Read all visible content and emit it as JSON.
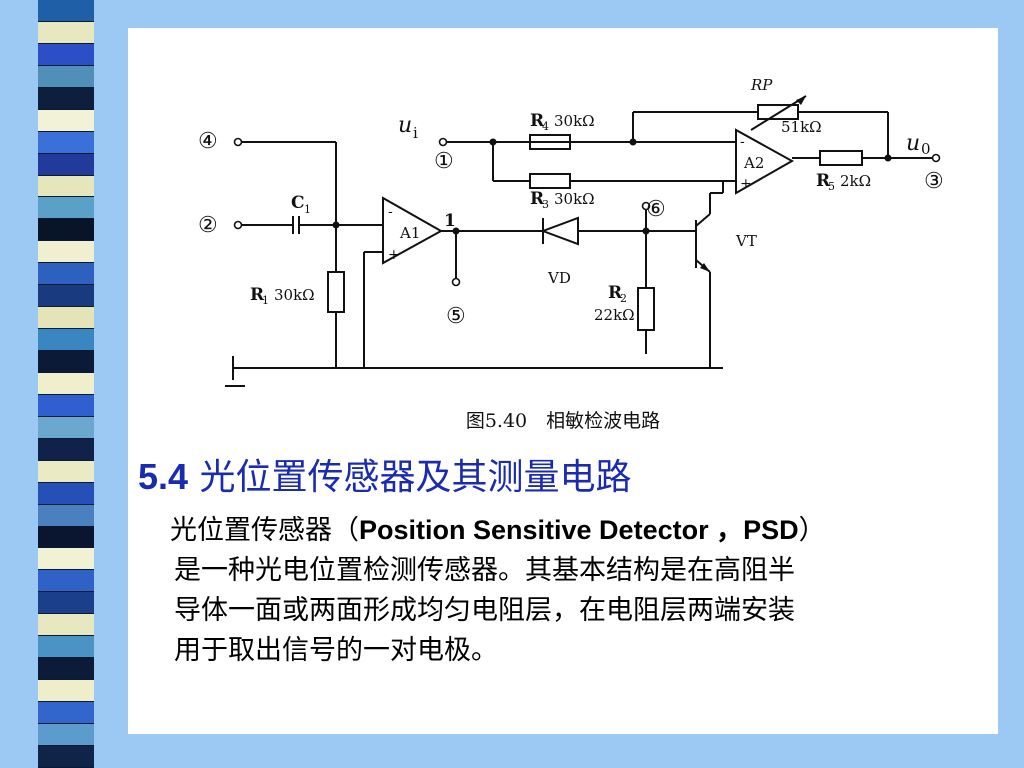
{
  "decor": {
    "stripe_colors": [
      "#1f5fa8",
      "#e8e8c0",
      "#2c4fc8",
      "#4f8fb8",
      "#0d1f3c",
      "#f2f2d8",
      "#3a70d8",
      "#223a9a",
      "#e6e6bc",
      "#5aa0c8",
      "#081428",
      "#f0f0d0",
      "#2e60c0",
      "#1a3a80",
      "#e4e4b8",
      "#3a86c0",
      "#0b1a36",
      "#efefcc",
      "#3060d0",
      "#6aa8d0",
      "#10224a",
      "#eaeac4",
      "#2450b8",
      "#4a7fc0",
      "#0a1630",
      "#f1f1d4",
      "#2f62c6",
      "#1b3f8a",
      "#e8e8c0",
      "#4b93c4",
      "#0c1b38",
      "#eeeecb",
      "#3366cc",
      "#5c9ccc",
      "#102448"
    ]
  },
  "circuit": {
    "node_labels": {
      "n1": "①",
      "n2": "②",
      "n3": "③",
      "n4": "④",
      "n5": "⑤",
      "n6": "⑥",
      "ui": "u",
      "ui_sub": "i",
      "uo": "u",
      "uo_sub": "0",
      "out1": "1"
    },
    "components": {
      "c1_label": "C",
      "c1_sub": "1",
      "r1_label": "R",
      "r1_sub": "1",
      "r1_value": "30kΩ",
      "r2_label": "R",
      "r2_sub": "2",
      "r2_value": "22kΩ",
      "r3_label": "R",
      "r3_sub": "3",
      "r3_value": "30kΩ",
      "r4_label": "R",
      "r4_sub": "4",
      "r4_value": "30kΩ",
      "r5_label": "R",
      "r5_sub": "5",
      "r5_value": "2kΩ",
      "rp_label": "RP",
      "rp_value": "51kΩ",
      "a1_label": "A1",
      "a2_label": "A2",
      "vd_label": "VD",
      "vt_label": "VT",
      "minus": "-",
      "plus": "+"
    }
  },
  "caption": "图5.40　相敏检波电路",
  "heading": {
    "number": "5.4",
    "title": "光位置传感器及其测量电路"
  },
  "body": {
    "line1_pre": "光位置传感器（",
    "line1_en": "Position Sensitive Detector ，PSD",
    "line1_post": "）",
    "line2": "是一种光电位置检测传感器。其基本结构是在高阻半",
    "line3": "导体一面或两面形成均匀电阻层，在电阻层两端安装",
    "line4": "用于取出信号的一对电极。"
  }
}
